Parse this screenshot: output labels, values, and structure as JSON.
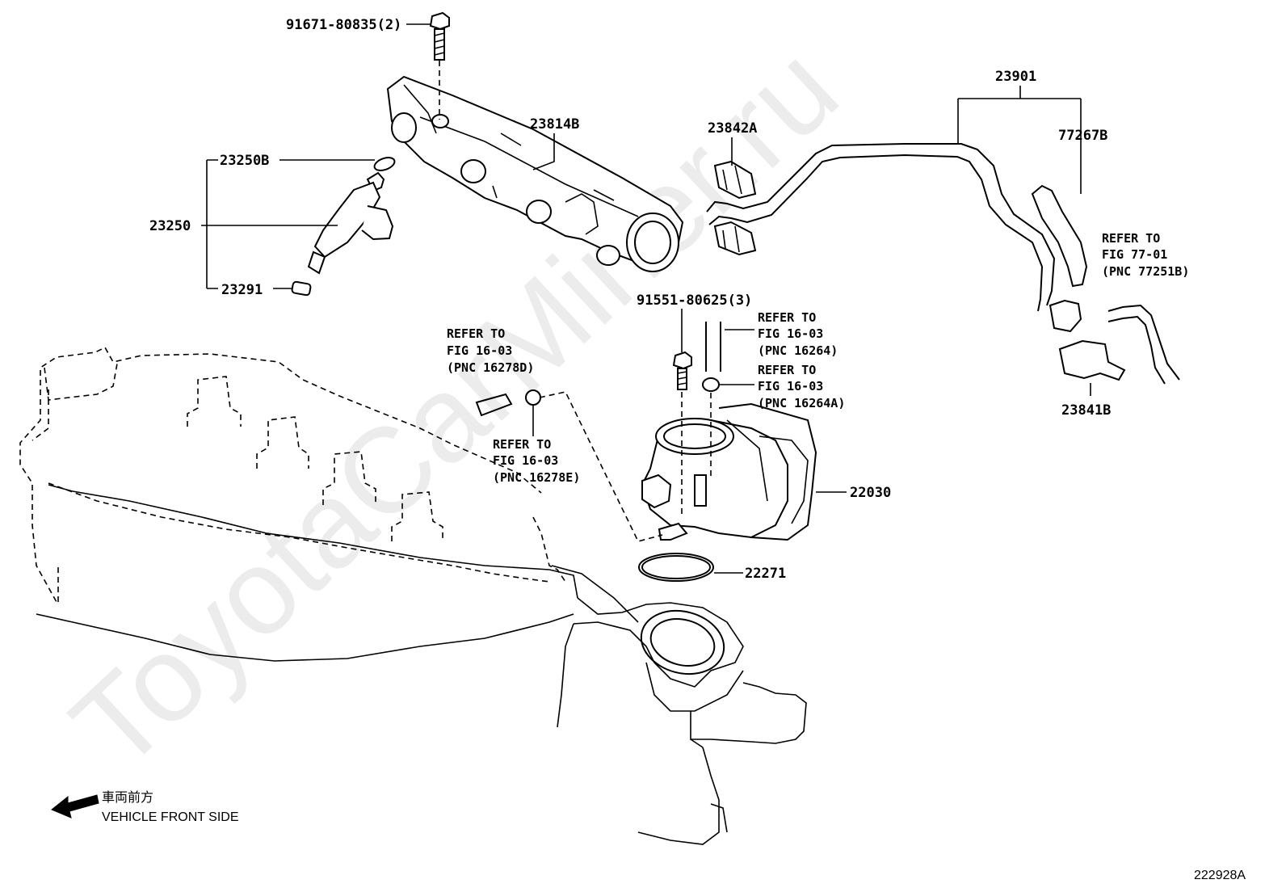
{
  "watermark": "ToyotaCarMiner.ru",
  "parts": {
    "bolt_top": "91671-80835(2)",
    "rail": "23814B",
    "oring": "23250B",
    "injector": "23250",
    "insulator": "23291",
    "hose_pipe": "23901",
    "clip_a": "23842A",
    "hose_b": "77267B",
    "clamp_b": "23841B",
    "bolt_mid": "91551-80625(3)",
    "throttle_body": "22030",
    "gasket": "22271"
  },
  "references": {
    "ref_77": [
      "REFER TO",
      "FIG 77-01",
      "(PNC 77251B)"
    ],
    "ref_16264": [
      "REFER TO",
      "FIG 16-03",
      "(PNC 16264)"
    ],
    "ref_16264a": [
      "REFER TO",
      "FIG 16-03",
      "(PNC 16264A)"
    ],
    "ref_16278d": [
      "REFER TO",
      "FIG 16-03",
      "(PNC 16278D)"
    ],
    "ref_16278e": [
      "REFER TO",
      "FIG 16-03",
      "(PNC 16278E)"
    ]
  },
  "direction": {
    "jp": "車両前方",
    "en": "VEHICLE FRONT SIDE"
  },
  "figure_code": "222928A"
}
